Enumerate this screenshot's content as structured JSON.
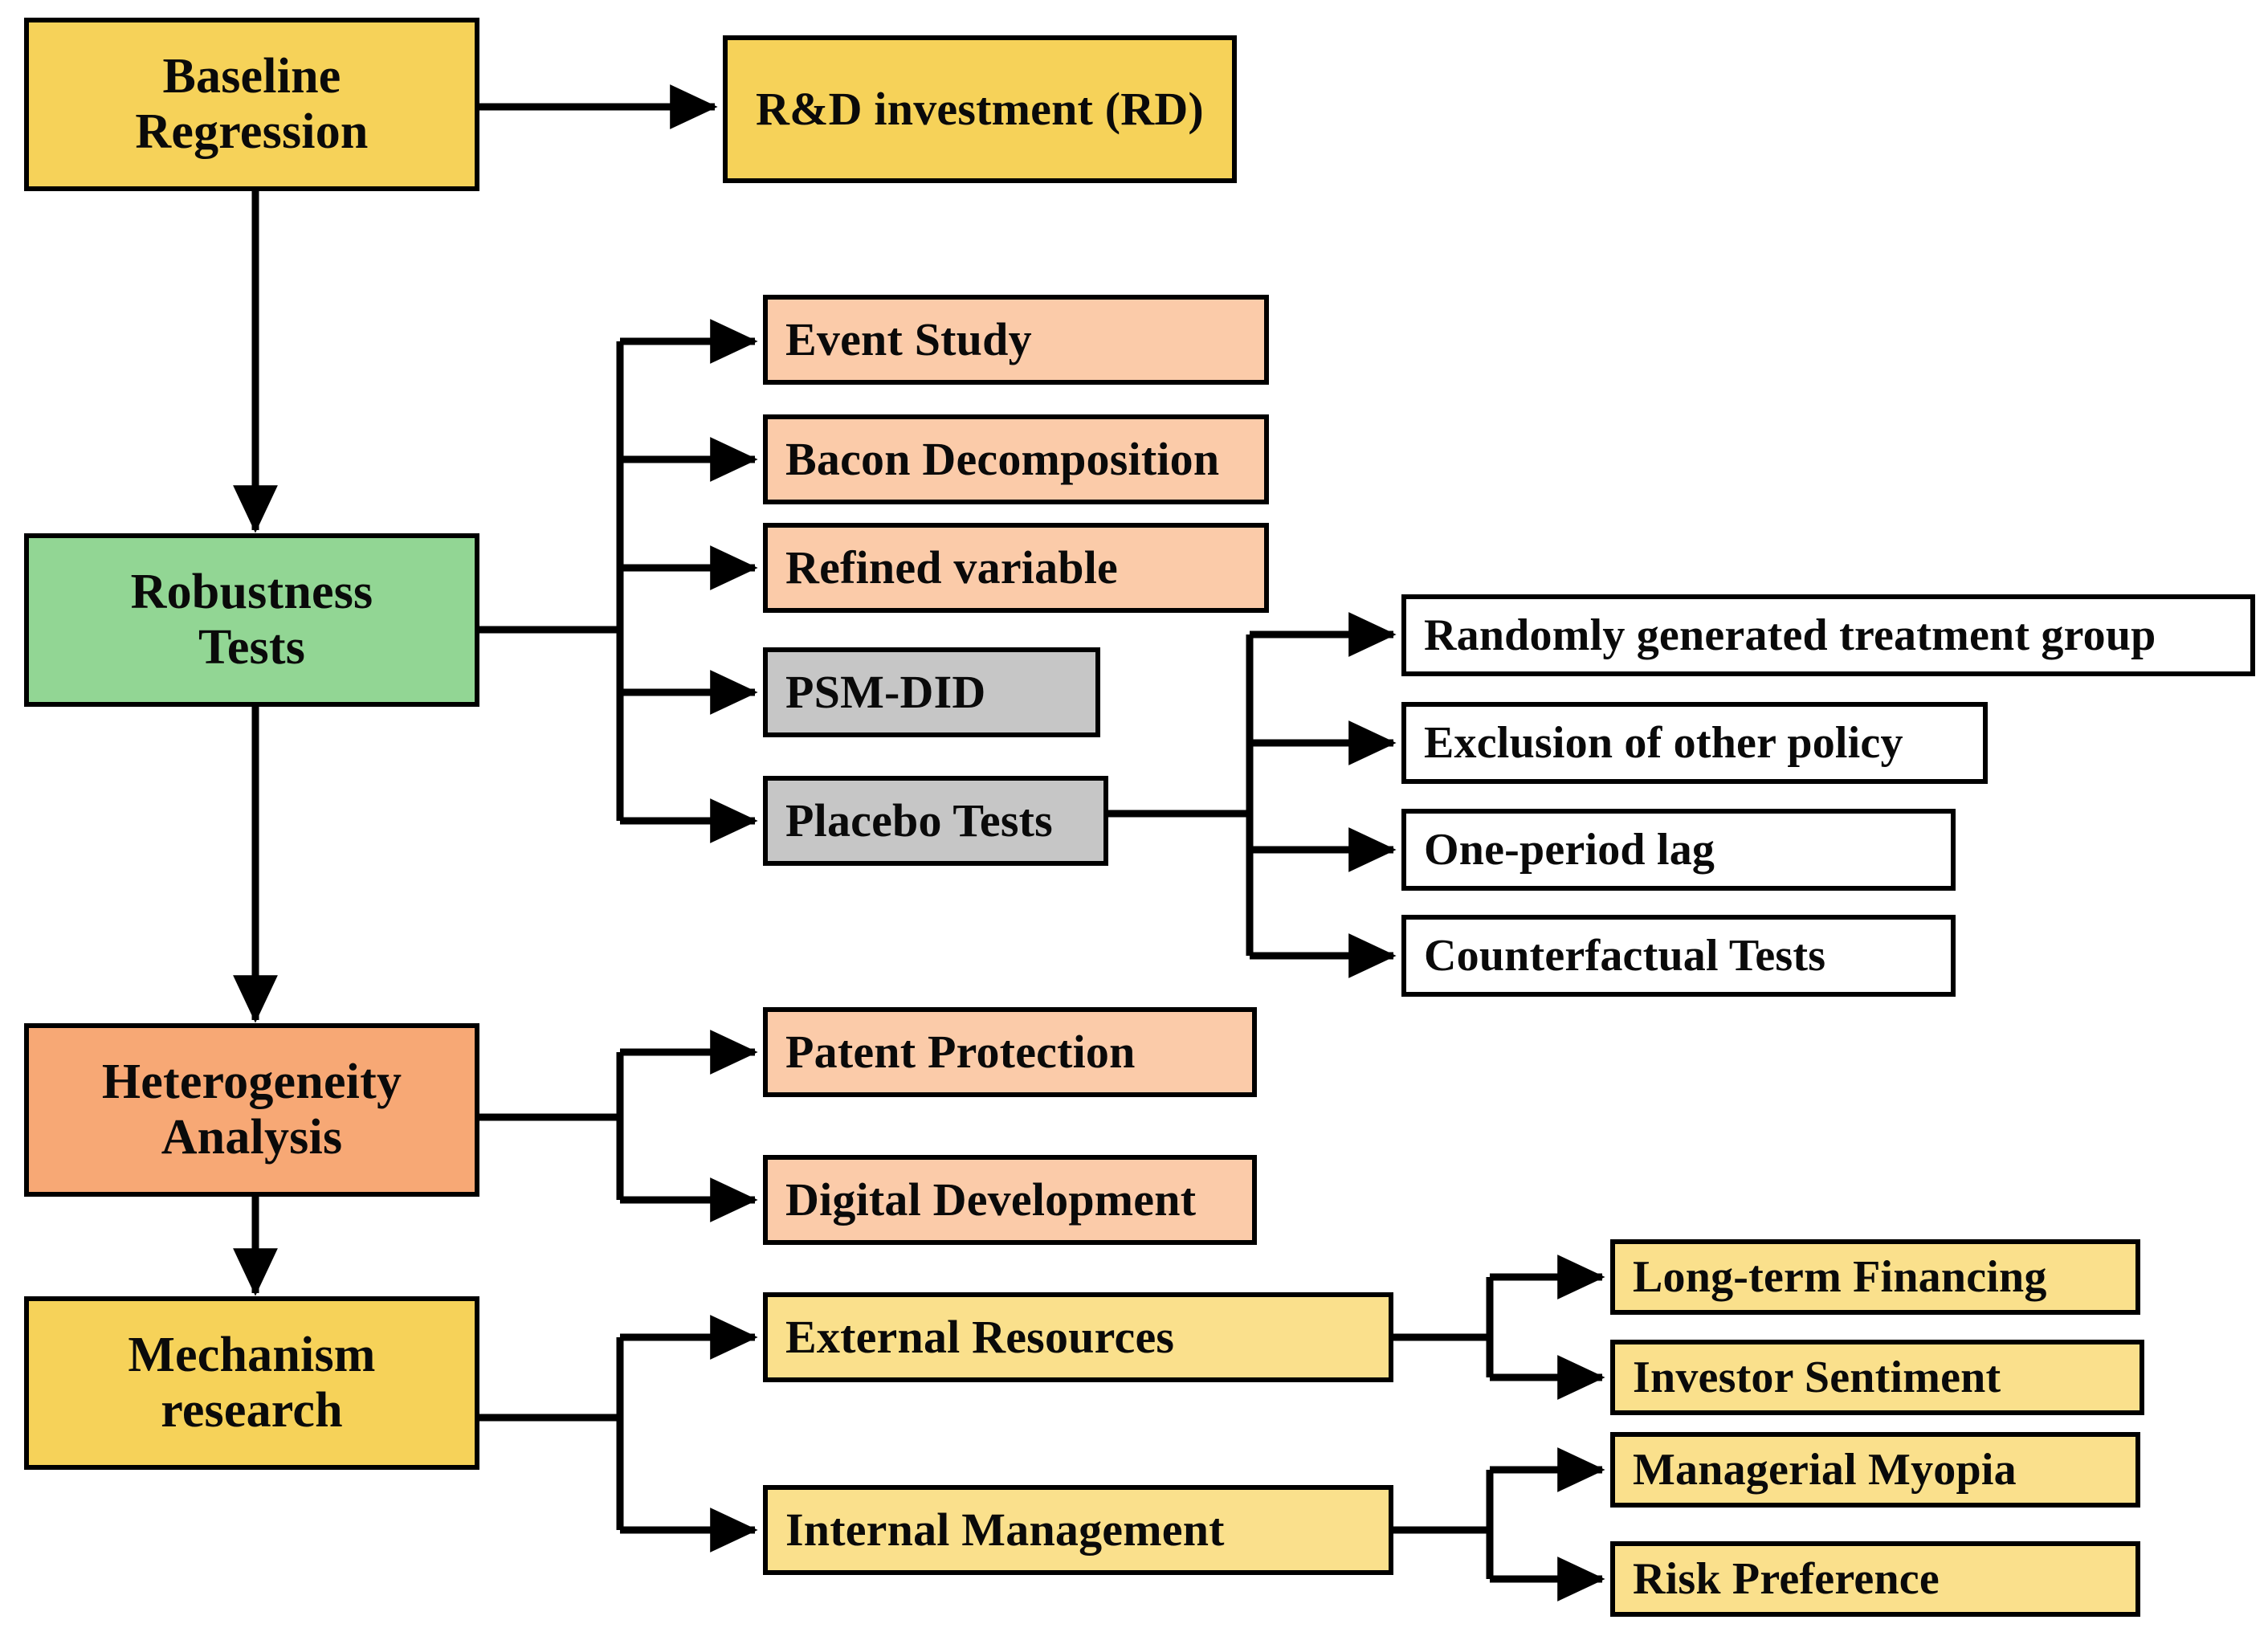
{
  "diagram": {
    "title": "Research design flowchart",
    "colors": {
      "stage_yellow": "#F6D259",
      "stage_green": "#92D694",
      "stage_orange": "#F7A875",
      "peach": "#FBCBA9",
      "gray": "#C6C6C6",
      "light_yellow": "#FAE08C",
      "white": "#FFFFFF",
      "border": "#000000",
      "arrow": "#000000"
    },
    "stages": [
      {
        "id": "baseline",
        "label": "Baseline\nRegression",
        "color": "#F6D259"
      },
      {
        "id": "robustness",
        "label": "Robustness\nTests",
        "color": "#92D694"
      },
      {
        "id": "heterogeneity",
        "label": "Heterogeneity\nAnalysis",
        "color": "#F7A875"
      },
      {
        "id": "mechanism",
        "label": "Mechanism\nresearch",
        "color": "#F6D259"
      }
    ],
    "baseline_outputs": [
      {
        "id": "rd-investment",
        "label": "R&D investment (RD)",
        "color": "#F6D259"
      }
    ],
    "robustness_items": [
      {
        "id": "event-study",
        "label": "Event Study",
        "color": "#FBCBA9"
      },
      {
        "id": "bacon-decomposition",
        "label": "Bacon Decomposition",
        "color": "#FBCBA9"
      },
      {
        "id": "refined-variable",
        "label": "Refined variable",
        "color": "#FBCBA9"
      },
      {
        "id": "psm-did",
        "label": "PSM-DID",
        "color": "#C6C6C6"
      },
      {
        "id": "placebo-tests",
        "label": "Placebo Tests",
        "color": "#C6C6C6"
      }
    ],
    "placebo_items": [
      {
        "id": "randomly-generated-treatment-group",
        "label": "Randomly generated treatment group",
        "color": "#FFFFFF"
      },
      {
        "id": "exclusion-of-other-policy",
        "label": "Exclusion of other policy",
        "color": "#FFFFFF"
      },
      {
        "id": "one-period-lag",
        "label": "One-period lag",
        "color": "#FFFFFF"
      },
      {
        "id": "counterfactual-tests",
        "label": "Counterfactual Tests",
        "color": "#FFFFFF"
      }
    ],
    "heterogeneity_items": [
      {
        "id": "patent-protection",
        "label": "Patent Protection",
        "color": "#FBCBA9"
      },
      {
        "id": "digital-development",
        "label": "Digital Development",
        "color": "#FBCBA9"
      }
    ],
    "mechanism_items": [
      {
        "id": "external-resources",
        "label": "External Resources",
        "color": "#FAE08C"
      },
      {
        "id": "internal-management",
        "label": "Internal Management",
        "color": "#FAE08C"
      }
    ],
    "external_resources_items": [
      {
        "id": "long-term-financing",
        "label": "Long-term Financing",
        "color": "#FAE08C"
      },
      {
        "id": "investor-sentiment",
        "label": "Investor Sentiment",
        "color": "#FAE08C"
      }
    ],
    "internal_management_items": [
      {
        "id": "managerial-myopia",
        "label": "Managerial Myopia",
        "color": "#FAE08C"
      },
      {
        "id": "risk-preference",
        "label": "Risk Preference",
        "color": "#FAE08C"
      }
    ]
  },
  "labels": {
    "baseline": "Baseline\nRegression",
    "robustness": "Robustness\nTests",
    "heterogeneity": "Heterogeneity\nAnalysis",
    "mechanism": "Mechanism\nresearch",
    "rd_investment": "R&D investment (RD)",
    "event_study": "Event Study",
    "bacon_decomposition": "Bacon Decomposition",
    "refined_variable": "Refined variable",
    "psm_did": "PSM-DID",
    "placebo_tests": "Placebo Tests",
    "randomly_generated_treatment_group": "Randomly generated treatment group",
    "exclusion_of_other_policy": "Exclusion of other policy",
    "one_period_lag": "One-period lag",
    "counterfactual_tests": "Counterfactual Tests",
    "patent_protection": "Patent Protection",
    "digital_development": "Digital Development",
    "external_resources": "External Resources",
    "internal_management": "Internal Management",
    "long_term_financing": "Long-term Financing",
    "investor_sentiment": "Investor Sentiment",
    "managerial_myopia": "Managerial Myopia",
    "risk_preference": "Risk Preference"
  }
}
